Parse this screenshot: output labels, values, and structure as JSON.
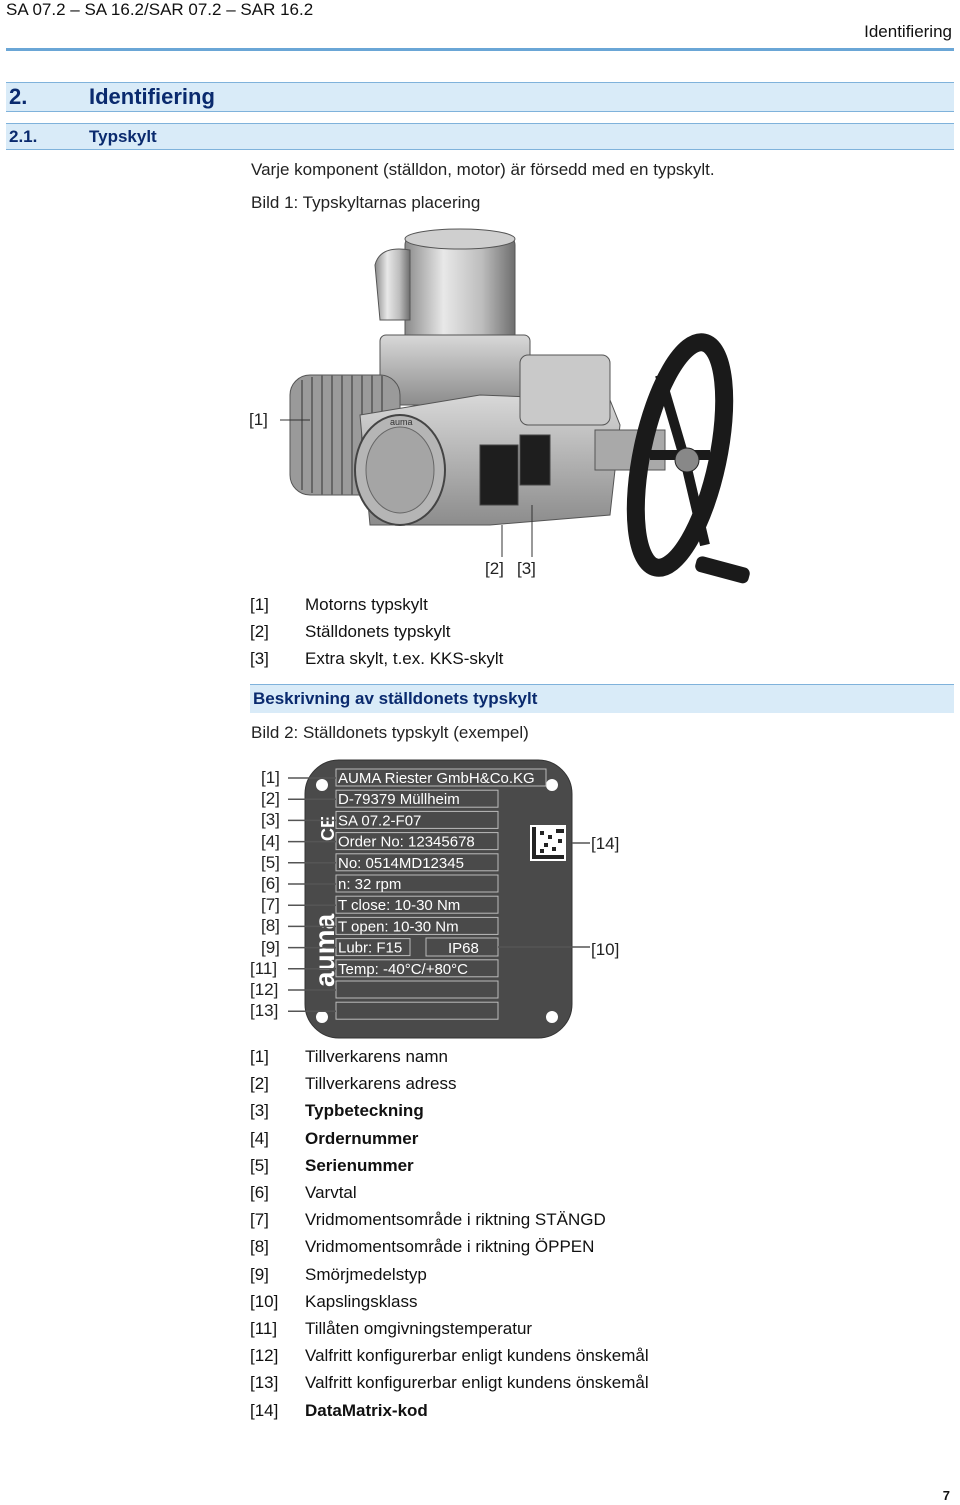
{
  "header": {
    "left": "SA 07.2 – SA 16.2/SAR 07.2 – SAR 16.2",
    "right": "Identifiering"
  },
  "section": {
    "number": "2.",
    "title": "Identifiering"
  },
  "subsection": {
    "number": "2.1.",
    "title": "Typskylt"
  },
  "intro": "Varje komponent (ställdon, motor) är försedd med en typskylt.",
  "figure1": {
    "caption": "Bild 1: Typskyltarnas placering",
    "callouts": [
      "[1]",
      "[2]",
      "[3]"
    ],
    "logo": "auma"
  },
  "legend1": [
    {
      "num": "[1]",
      "label": "Motorns typskylt"
    },
    {
      "num": "[2]",
      "label": "Ställdonets typskylt"
    },
    {
      "num": "[3]",
      "label": "Extra skylt, t.ex. KKS-skylt"
    }
  ],
  "subheading": "Beskrivning av ställdonets typskylt",
  "figure2": {
    "caption": "Bild 2: Ställdonets typskylt (exempel)",
    "left_callouts": [
      "[1]",
      "[2]",
      "[3]",
      "[4]",
      "[5]",
      "[6]",
      "[7]",
      "[8]",
      "[9]",
      "[11]",
      "[12]",
      "[13]"
    ],
    "right_callouts": [
      "[14]",
      "[10]"
    ],
    "plate": {
      "brand": "auma",
      "mark": "CE",
      "lines": [
        "AUMA Riester GmbH&Co.KG",
        "D-79379 Müllheim",
        "SA 07.2-F07",
        "Order No: 12345678",
        "No: 0514MD12345",
        "n: 32 rpm",
        "T close:  10-30 Nm",
        "T open: 10-30 Nm",
        "Lubr: F15",
        "Temp: -40°C/+80°C",
        "",
        ""
      ],
      "ip": "IP68"
    }
  },
  "legend2": [
    {
      "num": "[1]",
      "label": "Tillverkarens namn",
      "bold": false
    },
    {
      "num": "[2]",
      "label": "Tillverkarens adress",
      "bold": false
    },
    {
      "num": "[3]",
      "label": "Typbeteckning",
      "bold": true
    },
    {
      "num": "[4]",
      "label": "Ordernummer",
      "bold": true
    },
    {
      "num": "[5]",
      "label": "Serienummer",
      "bold": true
    },
    {
      "num": "[6]",
      "label": "Varvtal",
      "bold": false
    },
    {
      "num": "[7]",
      "label": "Vridmomentsområde i riktning STÄNGD",
      "bold": false
    },
    {
      "num": "[8]",
      "label": "Vridmomentsområde i riktning ÖPPEN",
      "bold": false
    },
    {
      "num": "[9]",
      "label": "Smörjmedelstyp",
      "bold": false
    },
    {
      "num": "[10]",
      "label": "Kapslingsklass",
      "bold": false
    },
    {
      "num": "[11]",
      "label": "Tillåten omgivningstemperatur",
      "bold": false
    },
    {
      "num": "[12]",
      "label": "Valfritt konfigurerbar enligt kundens önskemål",
      "bold": false
    },
    {
      "num": "[13]",
      "label": "Valfritt konfigurerbar enligt kundens önskemål",
      "bold": false
    },
    {
      "num": "[14]",
      "label": "DataMatrix-kod",
      "bold": true
    }
  ],
  "page_number": "7"
}
